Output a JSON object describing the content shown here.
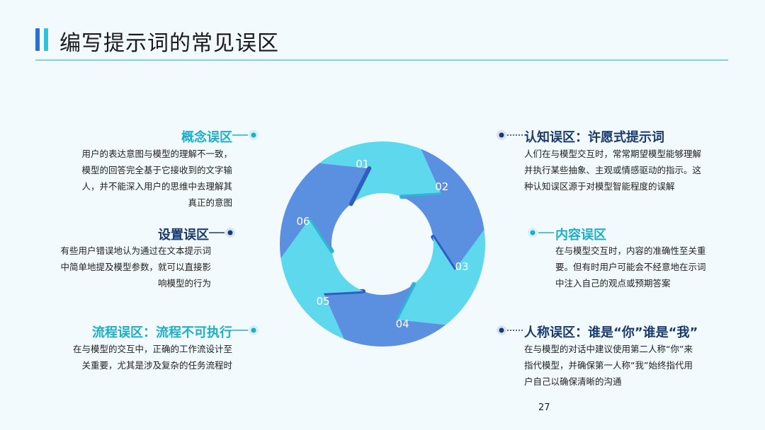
{
  "title": "编写提示词的常见误区",
  "segments": [
    {
      "num": "01",
      "color": "#5ed8ec"
    },
    {
      "num": "02",
      "color": "#5b8fe0"
    },
    {
      "num": "03",
      "color": "#5ed8ec"
    },
    {
      "num": "04",
      "color": "#5b8fe0"
    },
    {
      "num": "05",
      "color": "#5ed8ec"
    },
    {
      "num": "06",
      "color": "#5b8fe0"
    }
  ],
  "items": {
    "concept": {
      "title": "概念误区",
      "lines": [
        "用户的表达意图与模型的理解不一致，",
        "模型的回答完全基于它接收到的文字输",
        "人，并不能深入用户的思维中去理解其",
        "真正的意图"
      ]
    },
    "settings": {
      "title": "设置误区",
      "lines": [
        "有些用户错误地认为通过在文本提示词",
        "中简单地提及模型参数，就可以直接影",
        "响模型的行为"
      ]
    },
    "process": {
      "title": "流程误区：流程不可执行",
      "lines": [
        "在与模型的交互中，正确的工作流设计至",
        "关重要，尤其是涉及复杂的任务流程时"
      ]
    },
    "cognitive": {
      "title": "认知误区：许愿式提示词",
      "lines": [
        "人们在与模型交互时，常常期望模型能够理解",
        "并执行某些抽象、主观或情感驱动的指示。这",
        "种认知误区源于对模型智能程度的误解"
      ]
    },
    "content": {
      "title": "内容误区",
      "lines": [
        "在与模型交互时，内容的准确性至关重",
        "要。但有时用户可能会不经意地在示词",
        "中注入自己的观点或预期答案"
      ]
    },
    "person": {
      "title": "人称误区：谁是“你”谁是“我”",
      "lines": [
        "在与模型的对话中建议使用第二人称“你”来",
        "指代模型，并确保第一人称“我”始终指代用",
        "户自己以确保清晰的沟通"
      ]
    }
  },
  "page_number": "27",
  "colors": {
    "accent_cyan": "#1eafc6",
    "accent_navy": "#1a3a6e",
    "bar_blue": "#2a6fd8",
    "divider": "#7fd3dc"
  }
}
